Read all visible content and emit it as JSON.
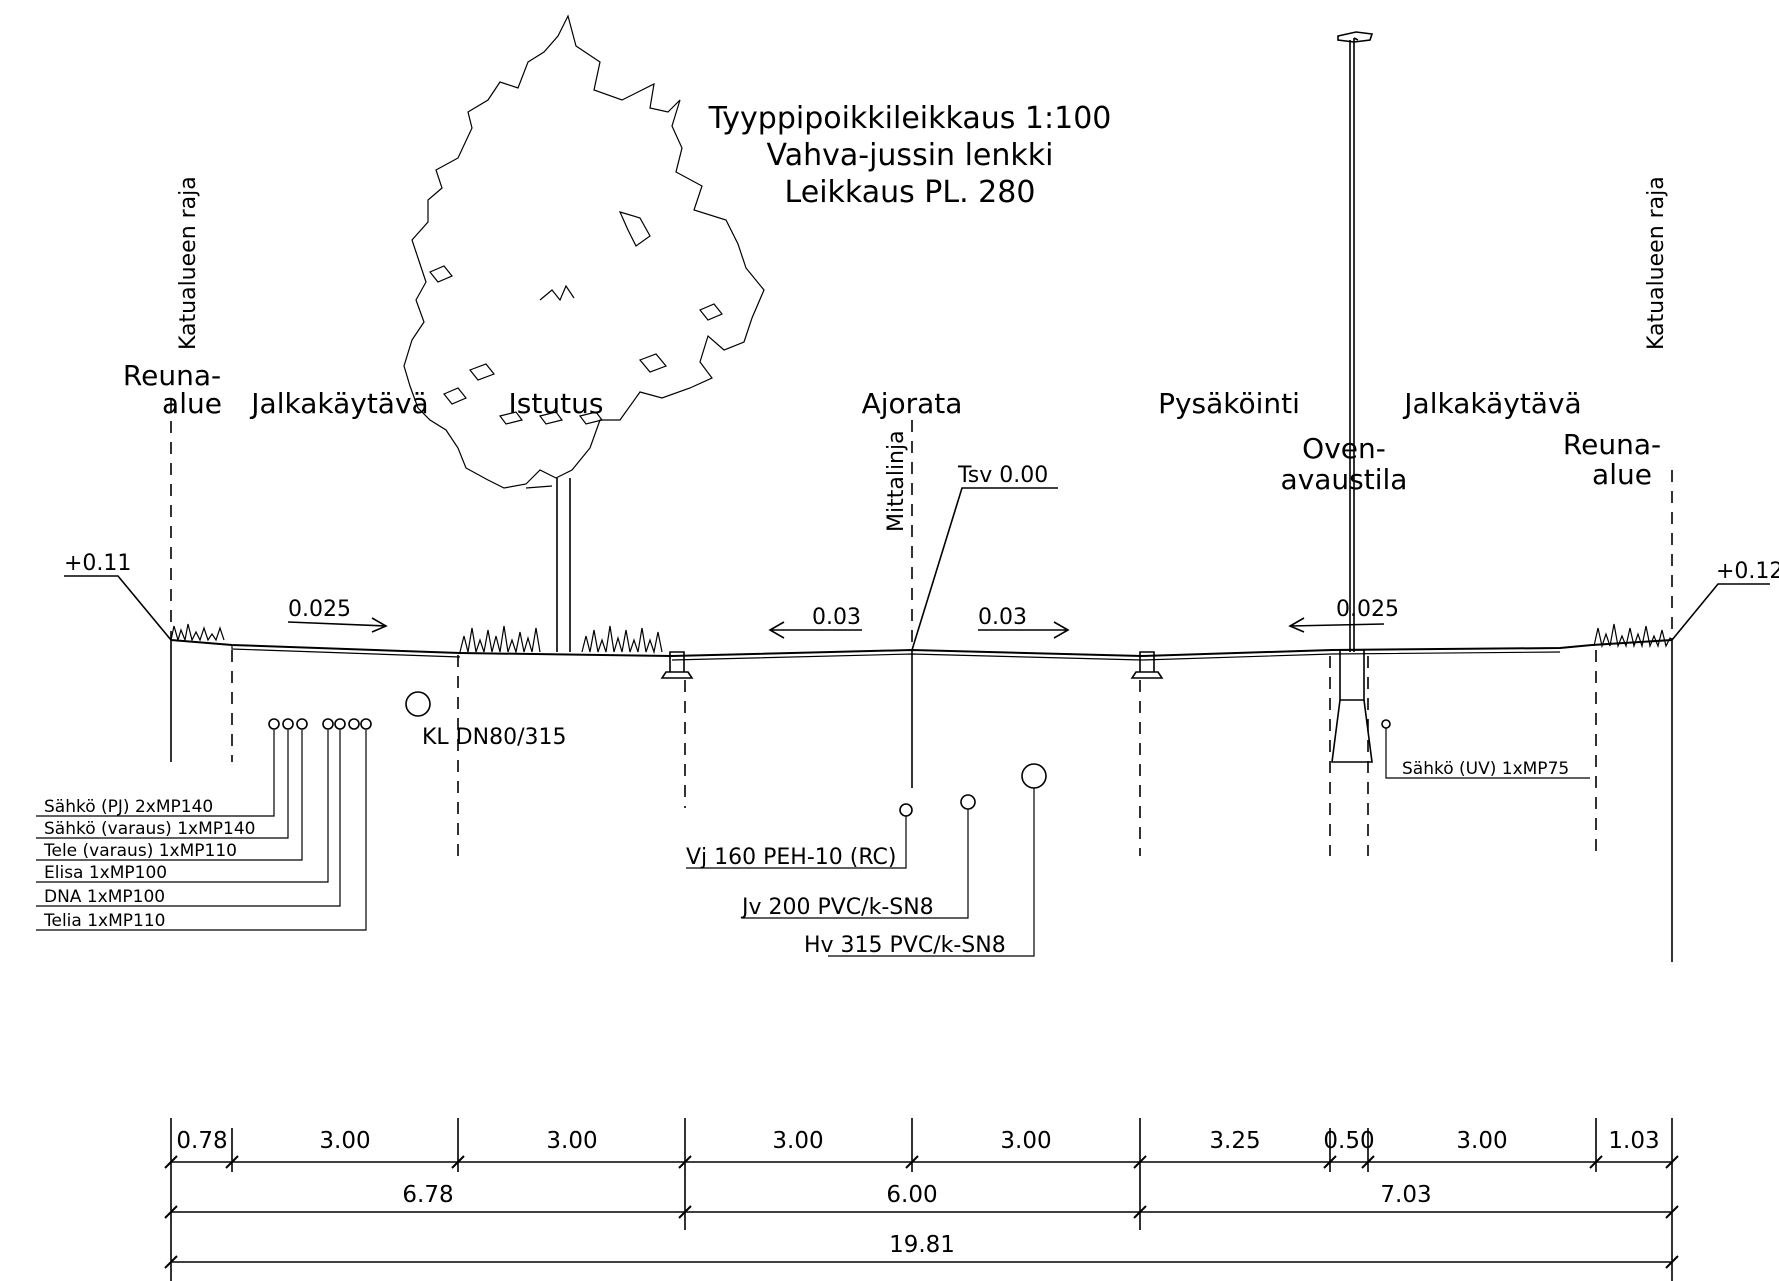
{
  "title": {
    "line1": "Tyyppipoikkileikkaus 1:100",
    "line2": "Vahva-jussin lenkki",
    "line3": "Leikkaus PL. 280"
  },
  "boundary": {
    "left_label": "Katualueen raja",
    "right_label": "Katualueen raja"
  },
  "zones": {
    "reuna_left_1": "Reuna-",
    "reuna_left_2": "alue",
    "jalkakaytava_left": "Jalkakäytävä",
    "istutus": "Istutus",
    "ajorata": "Ajorata",
    "pysakointi": "Pysäköinti",
    "jalkakaytava_right": "Jalkakäytävä",
    "ovenavaus_1": "Oven-",
    "ovenavaus_2": "avaustila",
    "reuna_right_1": "Reuna-",
    "reuna_right_2": "alue"
  },
  "levels": {
    "left": "+0.11",
    "right": "+0.12",
    "tsv": "Tsv 0.00",
    "mittalinja": "Mittalinja"
  },
  "slopes": {
    "sidewalk_left": "0.025",
    "road_left": "0.03",
    "road_right": "0.03",
    "parking": "0.025"
  },
  "utilities": {
    "kl": "KL DN80/315",
    "left_cables": [
      "Sähkö (PJ) 2xMP140",
      "Sähkö (varaus) 1xMP140",
      "Tele (varaus) 1xMP110",
      "Elisa 1xMP100",
      "DNA 1xMP100",
      "Telia 1xMP110"
    ],
    "vj": "Vj 160 PEH-10 (RC)",
    "jv": "Jv 200 PVC/k-SN8",
    "hv": "Hv 315 PVC/k-SN8",
    "sahko_uv": "Sähkö (UV) 1xMP75"
  },
  "dimensions": {
    "row1": [
      "0.78",
      "3.00",
      "3.00",
      "3.00",
      "3.00",
      "3.25",
      "0.50",
      "3.00",
      "1.03"
    ],
    "row2": [
      "6.78",
      "6.00",
      "7.03"
    ],
    "total": "19.81"
  }
}
